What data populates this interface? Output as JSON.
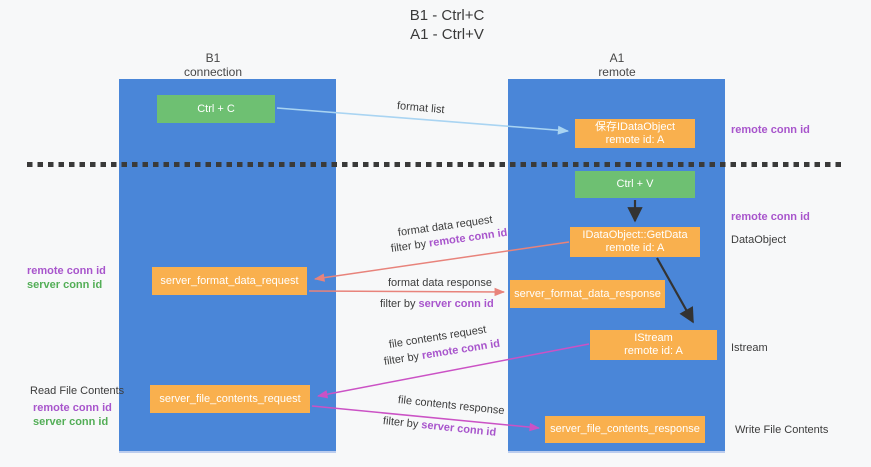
{
  "title": {
    "line1": "B1 - Ctrl+C",
    "line2": "A1 - Ctrl+V"
  },
  "lifelines": {
    "b1": {
      "name": "B1",
      "role": "connection"
    },
    "a1": {
      "name": "A1",
      "role": "remote"
    }
  },
  "nodes": {
    "ctrl_c": "Ctrl + C",
    "ctrl_v": "Ctrl + V",
    "save_dataobject": {
      "title": "保存IDataObject",
      "subtitle": "remote id: A"
    },
    "getdata": {
      "title": "IDataObject::GetData",
      "subtitle": "remote id: A"
    },
    "istream": {
      "title": "IStream",
      "subtitle": "remote id: A"
    },
    "server_format_data_request": "server_format_data_request",
    "server_format_data_response": "server_format_data_response",
    "server_file_contents_request": "server_file_contents_request",
    "server_file_contents_response": "server_file_contents_response"
  },
  "messages": {
    "format_list": "format list",
    "format_data_request": {
      "text": "format data request",
      "filter_prefix": "filter by ",
      "filter_value": "remote conn id"
    },
    "format_data_response": {
      "text": "format data response",
      "filter_prefix": "filter by ",
      "filter_value": "server conn id"
    },
    "file_contents_request": {
      "text": "file contents request",
      "filter_prefix": "filter by ",
      "filter_value": "remote conn id"
    },
    "file_contents_response": {
      "text": "file contents response",
      "filter_prefix": "filter by ",
      "filter_value": "server conn id"
    }
  },
  "left_annotations": {
    "remote_conn_id_1": "remote conn id",
    "server_conn_id_1": "server conn id",
    "read_file_contents": "Read File Contents",
    "remote_conn_id_2": "remote conn id",
    "server_conn_id_2": "server conn id"
  },
  "right_annotations": {
    "remote_conn_id_1": "remote conn id",
    "remote_conn_id_2": "remote conn id",
    "dataobject": "DataObject",
    "istream": "Istream",
    "write_file_contents": "Write File Contents"
  },
  "colors": {
    "lifeline_blue": "#4a86d8",
    "node_green": "#6ec072",
    "node_orange": "#f9b04e",
    "arrow_salmon": "#e8837b",
    "arrow_magenta": "#cb52c5",
    "arrow_lightblue": "#a9d4f2",
    "arrow_black": "#333333",
    "highlight_purple": "#a855cc",
    "highlight_green": "#53ae57"
  }
}
